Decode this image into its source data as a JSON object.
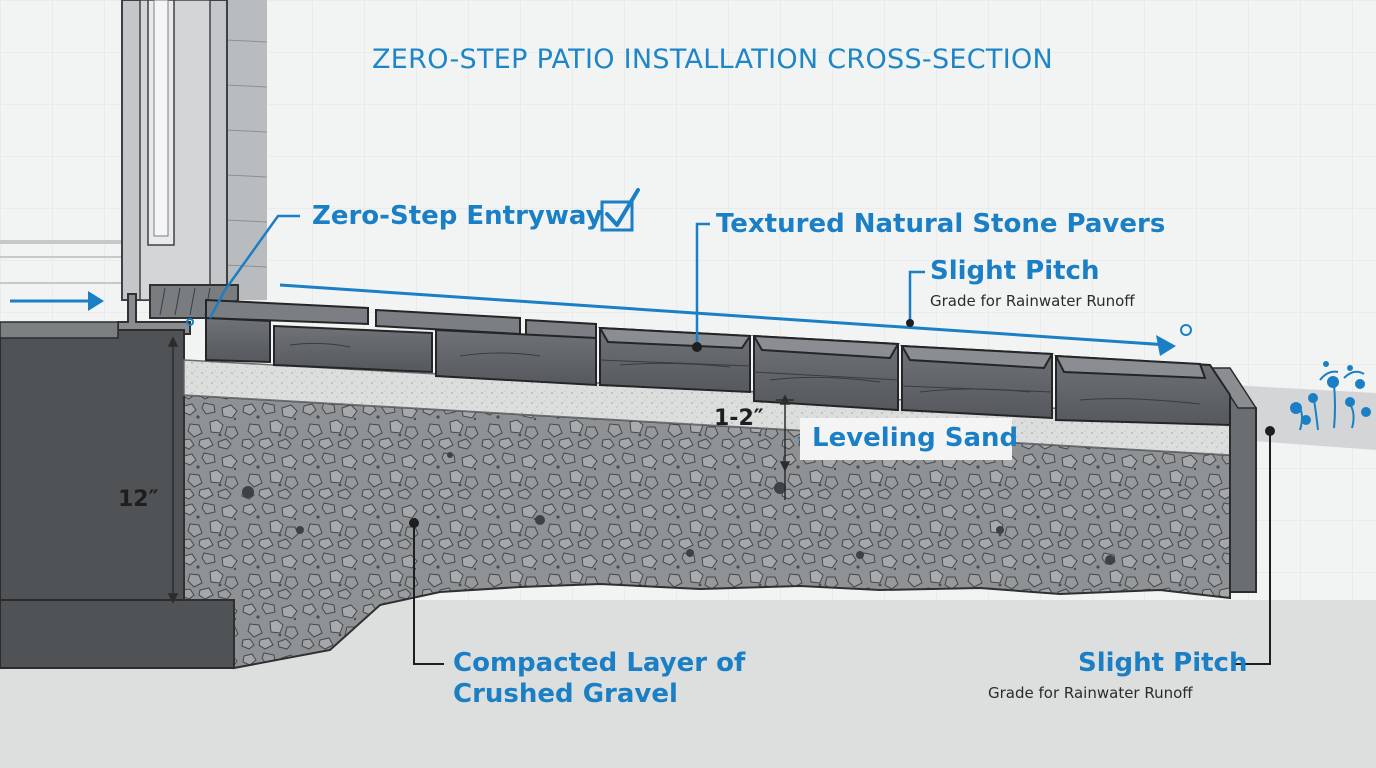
{
  "title": "ZERO-STEP PATIO INSTALLATION CROSS-SECTION",
  "labels": {
    "entryway": "Zero-Step Entryway",
    "pavers": "Textured Natural Stone Pavers",
    "pitch_top": "Slight Pitch",
    "pitch_top_sub": "Grade for Rainwater Runoff",
    "sand": "Leveling Sand",
    "sand_depth": "1-2″",
    "base_depth": "12″",
    "gravel_line1": "Compacted Layer of",
    "gravel_line2": "Crushed Gravel",
    "pitch_bottom": "Slight Pitch",
    "pitch_bottom_sub": "Grade for Rainwater Runoff"
  },
  "icons": [
    "checkbox-check-icon",
    "entry-arrow-icon",
    "water-splash-icon"
  ],
  "colors": {
    "accent": "#1a7fc4",
    "paver": "#5c6064",
    "gravel": "#8e9193",
    "sand": "#d9dadb",
    "soil": "#dcdddd",
    "wall": "#c9ccce"
  }
}
